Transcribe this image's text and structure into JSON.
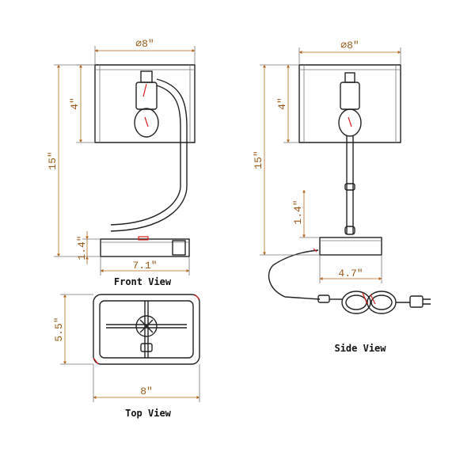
{
  "views": {
    "front": "Front View",
    "side": "Side View",
    "top": "Top View"
  },
  "dimensions": {
    "front_shade_width": "⌀8\"",
    "front_shade_height": "4\"",
    "front_total_height": "15\"",
    "front_base_height": "1.4\"",
    "front_base_width": "7.1\"",
    "side_shade_width": "⌀8\"",
    "side_shade_height": "4\"",
    "side_total_height": "15\"",
    "side_base_height": "1.4\"",
    "side_base_width": "4.7\"",
    "top_depth": "5.5\"",
    "top_width": "8\""
  },
  "colors": {
    "dimension": "#9a5a1a",
    "outline": "#222222",
    "accent": "#d42020"
  }
}
